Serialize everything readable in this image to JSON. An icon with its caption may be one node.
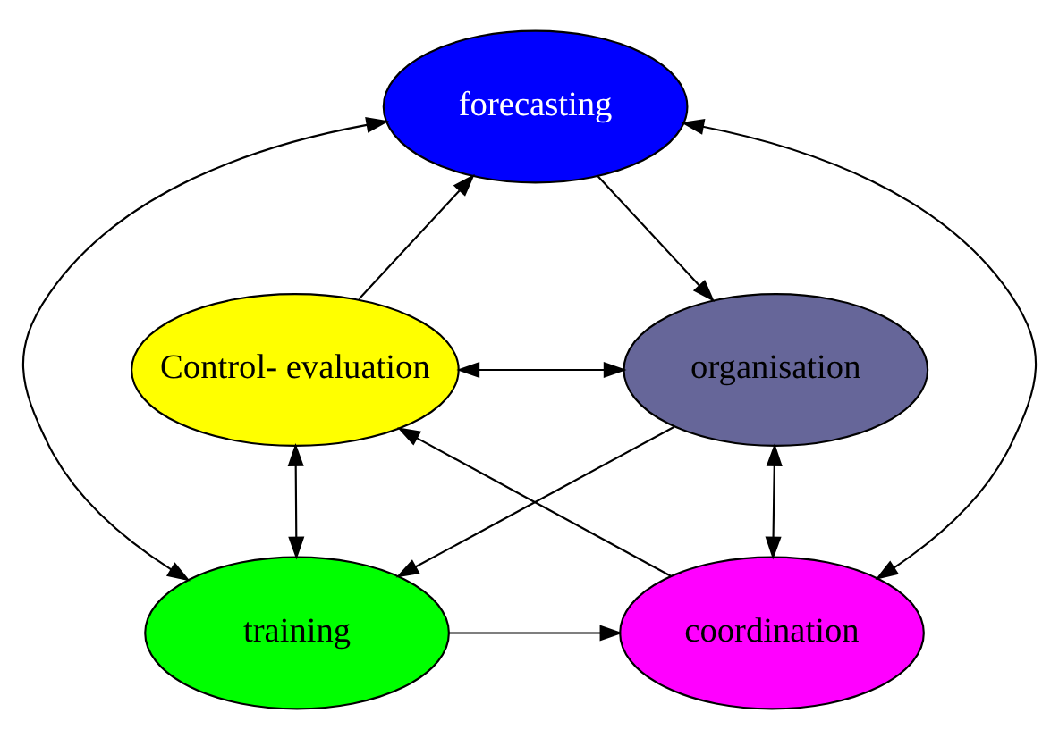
{
  "diagram": {
    "nodes": [
      {
        "text": [
          "forecasting"
        ]
      },
      {
        "text": [
          "organisation"
        ]
      },
      {
        "text": [
          "Control- evaluation"
        ]
      },
      {
        "text": [
          "coordination"
        ]
      },
      {
        "text": [
          "training"
        ]
      }
    ],
    "edges": [
      {
        "from": 0,
        "to": 1,
        "arrow": "to"
      },
      {
        "from": 2,
        "to": 0,
        "arrow": "to"
      },
      {
        "from": 2,
        "to": 1,
        "arrow": "both"
      },
      {
        "from": 0,
        "to": 4,
        "arrow": "both"
      },
      {
        "from": 3,
        "to": 0,
        "arrow": "both"
      },
      {
        "from": 2,
        "to": 4,
        "arrow": "both"
      },
      {
        "from": 3,
        "to": 1,
        "arrow": "both"
      },
      {
        "from": 1,
        "to": 4,
        "arrow": "to"
      },
      {
        "from": 3,
        "to": 2,
        "arrow": "to"
      },
      {
        "from": 4,
        "to": 3,
        "arrow": "to"
      }
    ]
  }
}
